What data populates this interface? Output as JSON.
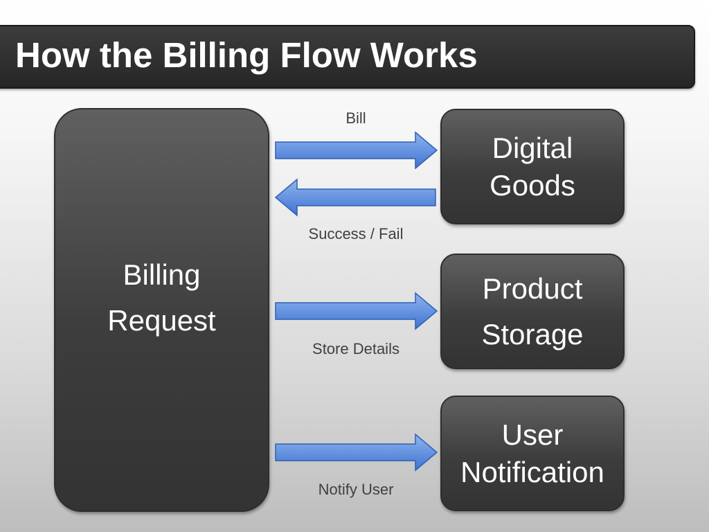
{
  "slide": {
    "title": "How the Billing Flow Works"
  },
  "diagram": {
    "source": {
      "line1": "Billing",
      "line2": "Request"
    },
    "targets": {
      "digital_goods": {
        "line1": "Digital",
        "line2": "Goods"
      },
      "product_storage": {
        "line1": "Product",
        "line2": "Storage"
      },
      "user_notification": {
        "line1": "User",
        "line2": "Notification"
      }
    },
    "flows": {
      "bill": "Bill",
      "success_fail": "Success / Fail",
      "store_details": "Store Details",
      "notify_user": "Notify User"
    },
    "colors": {
      "arrow_fill_top": "#8fb4ef",
      "arrow_fill_bottom": "#3f74d1",
      "arrow_stroke": "#2f5fb3",
      "box_fill": "#3d3d3d",
      "title_bar": "#2e2e2e"
    }
  }
}
